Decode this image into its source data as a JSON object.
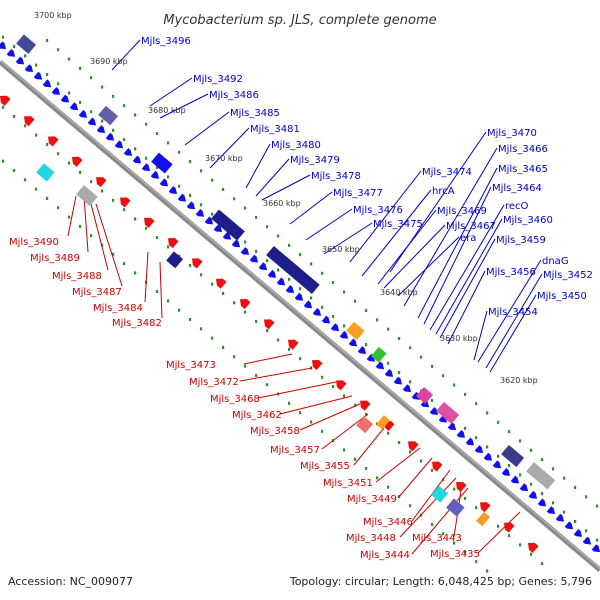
{
  "title": "Mycobacterium sp. JLS, complete genome",
  "footer": {
    "accession": "Accession: NC_009077",
    "summary": "Topology: circular; Length: 6,048,425 bp; Genes: 5,796"
  },
  "colors": {
    "forward": "#0000cc",
    "reverse": "#cc0000",
    "backbone": "#888888",
    "tick_dots": "#2e8b2e"
  },
  "kbp_ticks": [
    "3700 kbp",
    "3690 kbp",
    "3680 kbp",
    "3670 kbp",
    "3660 kbp",
    "3650 kbp",
    "3640 kbp",
    "3630 kbp",
    "3620 kbp"
  ],
  "forward_genes": [
    "Mjls_3496",
    "Mjls_3492",
    "Mjls_3486",
    "Mjls_3485",
    "Mjls_3481",
    "Mjls_3480",
    "Mjls_3479",
    "Mjls_3478",
    "Mjls_3477",
    "Mjls_3476",
    "Mjls_3475",
    "Mjls_3474",
    "hrcA",
    "Mjls_3470",
    "Mjls_3469",
    "Mjls_3467",
    "era",
    "Mjls_3466",
    "Mjls_3465",
    "Mjls_3464",
    "recO",
    "Mjls_3460",
    "Mjls_3459",
    "dnaG",
    "Mjls_3456",
    "Mjls_3452",
    "Mjls_3450",
    "Mjls_3454"
  ],
  "reverse_genes": [
    "Mjls_3490",
    "Mjls_3489",
    "Mjls_3488",
    "Mjls_3487",
    "Mjls_3484",
    "Mjls_3482",
    "Mjls_3473",
    "Mjls_3472",
    "Mjls_3468",
    "Mjls_3462",
    "Mjls_3458",
    "Mjls_3457",
    "Mjls_3455",
    "Mjls_3451",
    "Mjls_3449",
    "Mjls_3446",
    "Mjls_3448",
    "Mjls_3443",
    "Mjls_3444",
    "Mjls_3435"
  ]
}
